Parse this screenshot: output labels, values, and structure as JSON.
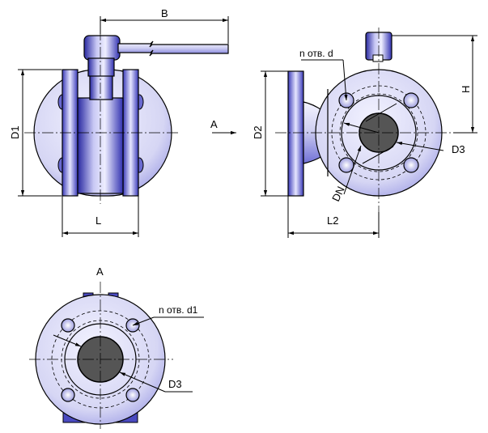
{
  "colors": {
    "metal_light": "#d8d8f4",
    "metal_mid": "#8c8ce0",
    "metal_dark": "#2a2aa8",
    "bore": "#555555",
    "line": "#000000"
  },
  "labels": {
    "B": "B",
    "D1": "D1",
    "L": "L",
    "A_arrow": "A",
    "D2": "D2",
    "n_otv_d": "n отв. d",
    "H": "H",
    "D3_side": "D3",
    "DN": "DN",
    "L2": "L2",
    "A_view": "A",
    "n_otv_d1": "n отв. d1",
    "D3_bottom": "D3"
  }
}
